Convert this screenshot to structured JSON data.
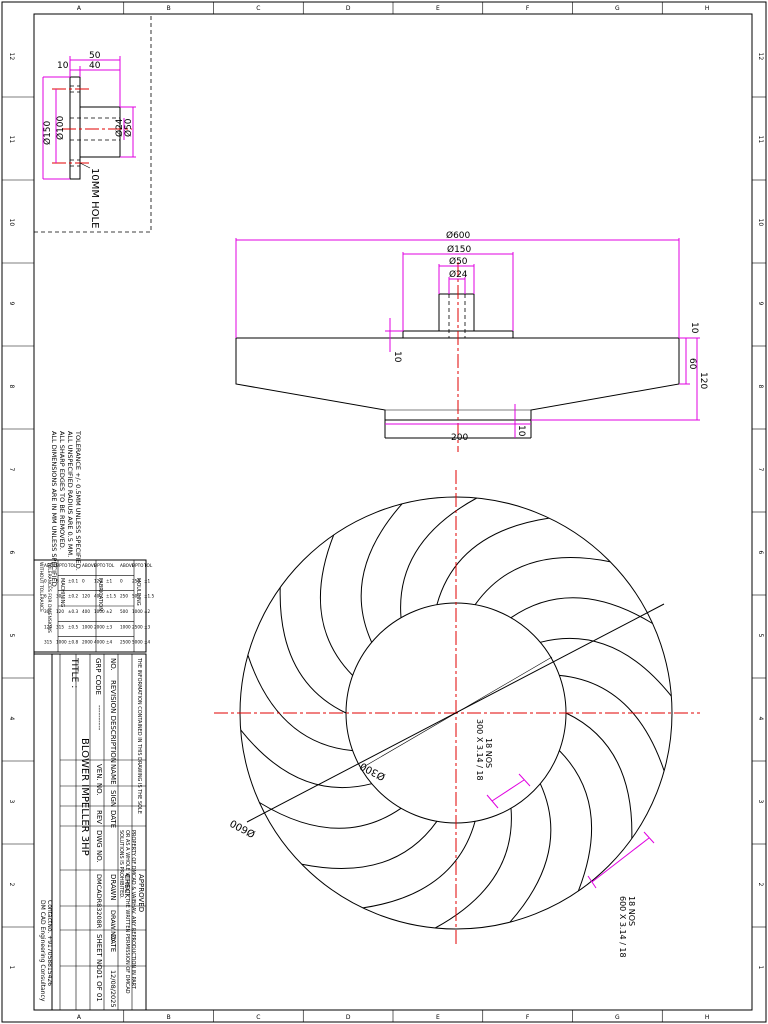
{
  "border_columns": [
    "A",
    "B",
    "C",
    "D",
    "E",
    "F",
    "G",
    "H"
  ],
  "border_rows": [
    "12",
    "11",
    "10",
    "9",
    "8",
    "7",
    "6",
    "5",
    "4",
    "3",
    "2",
    "1"
  ],
  "detail": {
    "dims": [
      "50",
      "10",
      "40",
      "Ø100",
      "Ø150",
      "Ø24",
      "Ø50"
    ],
    "note": "10MM HOLE"
  },
  "front_view": {
    "dims": [
      "Ø600",
      "Ø150",
      "Ø50",
      "Ø24",
      "10",
      "10",
      "60",
      "120",
      "200",
      "10"
    ]
  },
  "plan_view": {
    "dim_outer": "Ø600",
    "dim_inner": "Ø300",
    "blade_note_inner": [
      "300 X 3.14 / 18",
      "18 NOS"
    ],
    "blade_note_outer": [
      "600 X 3.14 / 18",
      "18 NOS"
    ],
    "blade_count": 18
  },
  "notes": [
    "ALL DIMENSIONS ARE IN MM UNLESS SPECIFIED.",
    "ALL SHARP EDGES TO BE REMOVED.",
    "ALL UNSPECIFIED RADIUS ARE 0.5 MM.",
    "TOLERANCE +/- 0.5MM UNLESS SPECIFIED."
  ],
  "tolerance_table": {
    "headers": [
      "MACHINING",
      "FABRICATION",
      "MOULDING"
    ],
    "rows": [
      [
        "ABOVE",
        "UPTO",
        "TOL",
        "ABOVE",
        "UPTO",
        "TOL",
        "ABOVE",
        "UPTO",
        "TOL"
      ],
      [
        "0",
        "6",
        "±0.1",
        "0",
        "120",
        "±1",
        "0",
        "250",
        "±1"
      ],
      [
        "6",
        "30",
        "±0.2",
        "120",
        "400",
        "±1.5",
        "250",
        "500",
        "±1.5"
      ],
      [
        "30",
        "120",
        "±0.3",
        "400",
        "1000",
        "±2",
        "500",
        "1000",
        "±2"
      ],
      [
        "120",
        "315",
        "±0.5",
        "1000",
        "2000",
        "±3",
        "1000",
        "2500",
        "±3"
      ],
      [
        "315",
        "1000",
        "±0.8",
        "2000",
        "4000",
        "±4",
        "2500",
        "5000",
        "±4"
      ]
    ],
    "footer": [
      "TOLERANCES FOR DIMENSIONS",
      "WITHOUT TOLERANCE"
    ]
  },
  "title_block": {
    "title_label": "TITLE :",
    "title": "BLOWER IMPELLER 3HP",
    "company": "DM CAD Engineering Consultancy",
    "contact": "ContactNo. +917058815426",
    "rev_headers": [
      "NO.",
      "REVISION DESCRIPTION",
      "NAME",
      "SIGN",
      "DATE"
    ],
    "drawn_label": "DRAWN",
    "check_label": "CHECK",
    "approved_label": "APPROVED",
    "drawal_label": "DRAW.NO.",
    "date_label": "DATE",
    "date_value": "12/08/2025",
    "dwg_no_label": "DWG NO.",
    "dwg_no_value": "DMCADR83208R",
    "sheet_label": "SHEET NO.",
    "sheet_value": "01 OF 01",
    "grp_label": "GRP CODE",
    "grp_value": "----------",
    "vendor_label": "VEN. NO.",
    "rev_label": "REV",
    "confidential": [
      "THE INFORMATION CONTAINED IN THIS DRAWING IS THE SOLE",
      "PROPERTY OF DMCAD & VAIBHAV. ANY REPRODUCTION IN PART",
      "OR AS A WHOLE WITHOUT THE WRITTEN PERMISSION OF DMCAD",
      "SOLUTIONS IS PROHIBITED."
    ]
  }
}
